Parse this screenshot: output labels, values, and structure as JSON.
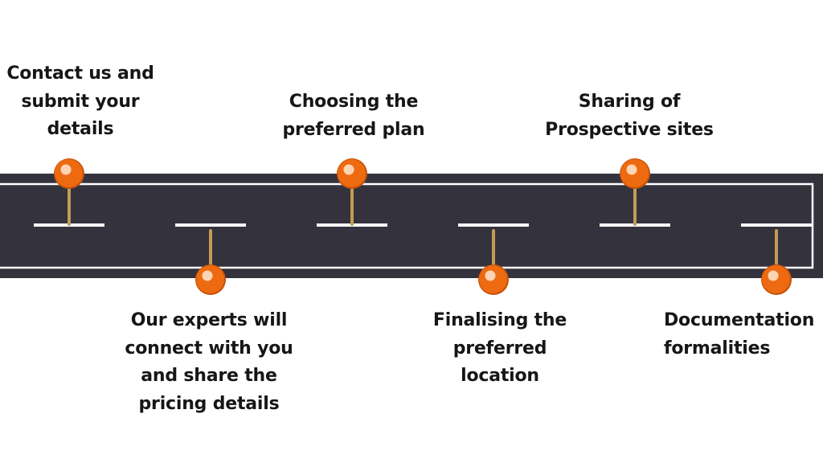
{
  "timeline": {
    "colors": {
      "road": "#34323d",
      "road_edge": "#ffffff",
      "pin_head": "#ee6a10",
      "pin_head_dark": "#c4520a",
      "pin_highlight": "#fdd5b4",
      "pin_needle": "#c29b55",
      "text": "#161616"
    },
    "steps": [
      {
        "id": 1,
        "position": "top",
        "lines": [
          "Contact us and",
          "submit your",
          "details"
        ]
      },
      {
        "id": 2,
        "position": "bottom",
        "lines": [
          "Our experts will",
          "connect with you",
          "and share the",
          "pricing details"
        ]
      },
      {
        "id": 3,
        "position": "top",
        "lines": [
          "Choosing the",
          "preferred plan"
        ]
      },
      {
        "id": 4,
        "position": "bottom",
        "lines": [
          "Finalising the",
          "preferred",
          "location"
        ]
      },
      {
        "id": 5,
        "position": "top",
        "lines": [
          "Sharing of",
          "Prospective sites"
        ]
      },
      {
        "id": 6,
        "position": "bottom",
        "lines": [
          "Documentation",
          "formalities"
        ]
      }
    ]
  }
}
